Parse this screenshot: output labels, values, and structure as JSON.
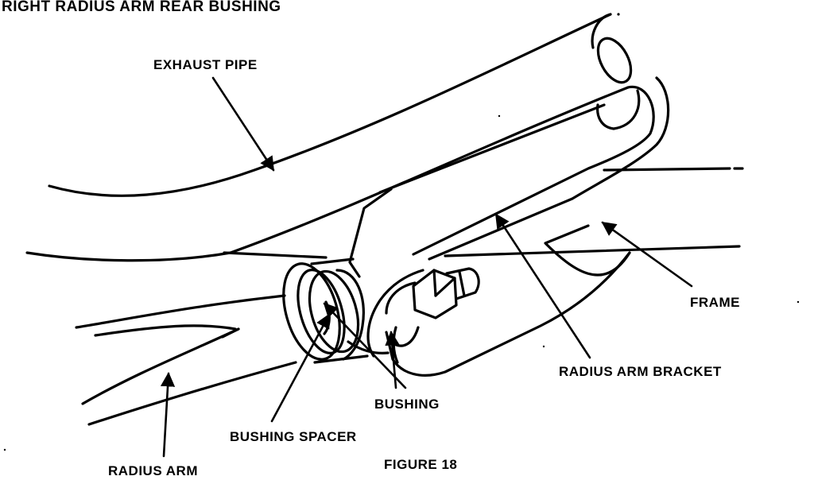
{
  "title": "RIGHT RADIUS ARM REAR BUSHING",
  "labels": {
    "exhaust_pipe": "EXHAUST PIPE",
    "frame": "FRAME",
    "radius_arm_bracket": "RADIUS ARM BRACKET",
    "bushing": "BUSHING",
    "bushing_spacer": "BUSHING SPACER",
    "radius_arm": "RADIUS ARM"
  },
  "caption": "FIGURE 18",
  "colors": {
    "ink": "#000000",
    "paper": "#ffffff"
  }
}
